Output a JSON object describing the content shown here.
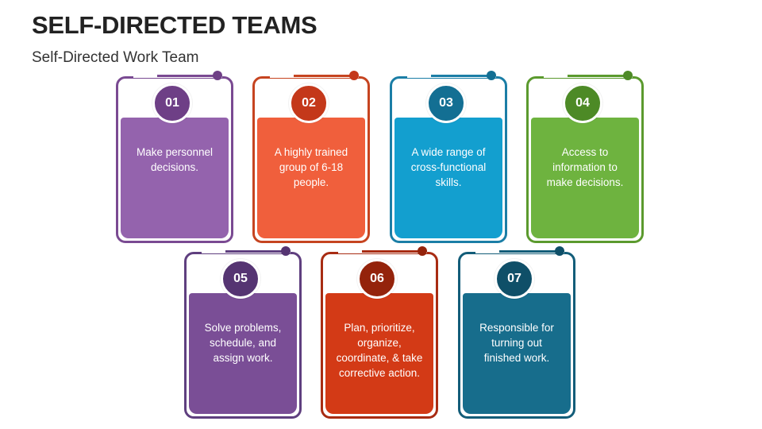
{
  "title": "SELF-DIRECTED TEAMS",
  "subtitle": "Self-Directed Work Team",
  "cards": [
    {
      "number": "01",
      "text": "Make personnel decisions.",
      "frame": "#7a4a92",
      "fill": "#9463ad",
      "badge": "#6e3f86"
    },
    {
      "number": "02",
      "text": "A highly trained group of 6-18 people.",
      "frame": "#c64420",
      "fill": "#f05f3c",
      "badge": "#c4381a"
    },
    {
      "number": "03",
      "text": "A wide range of cross-functional skills.",
      "frame": "#1b7ea6",
      "fill": "#139fcf",
      "badge": "#136f93"
    },
    {
      "number": "04",
      "text": "Access to information to make decisions.",
      "frame": "#5b9a2e",
      "fill": "#6eb33f",
      "badge": "#4d8a26"
    },
    {
      "number": "05",
      "text": "Solve problems, schedule, and assign work.",
      "frame": "#5f3f7f",
      "fill": "#7a4e96",
      "badge": "#553472"
    },
    {
      "number": "06",
      "text": "Plan, prioritize, organize, coordinate, & take corrective action.",
      "frame": "#a82c13",
      "fill": "#d33a16",
      "badge": "#94230b"
    },
    {
      "number": "07",
      "text": "Responsible for turning out finished work.",
      "frame": "#135d79",
      "fill": "#176d8c",
      "badge": "#0f4f68"
    }
  ]
}
